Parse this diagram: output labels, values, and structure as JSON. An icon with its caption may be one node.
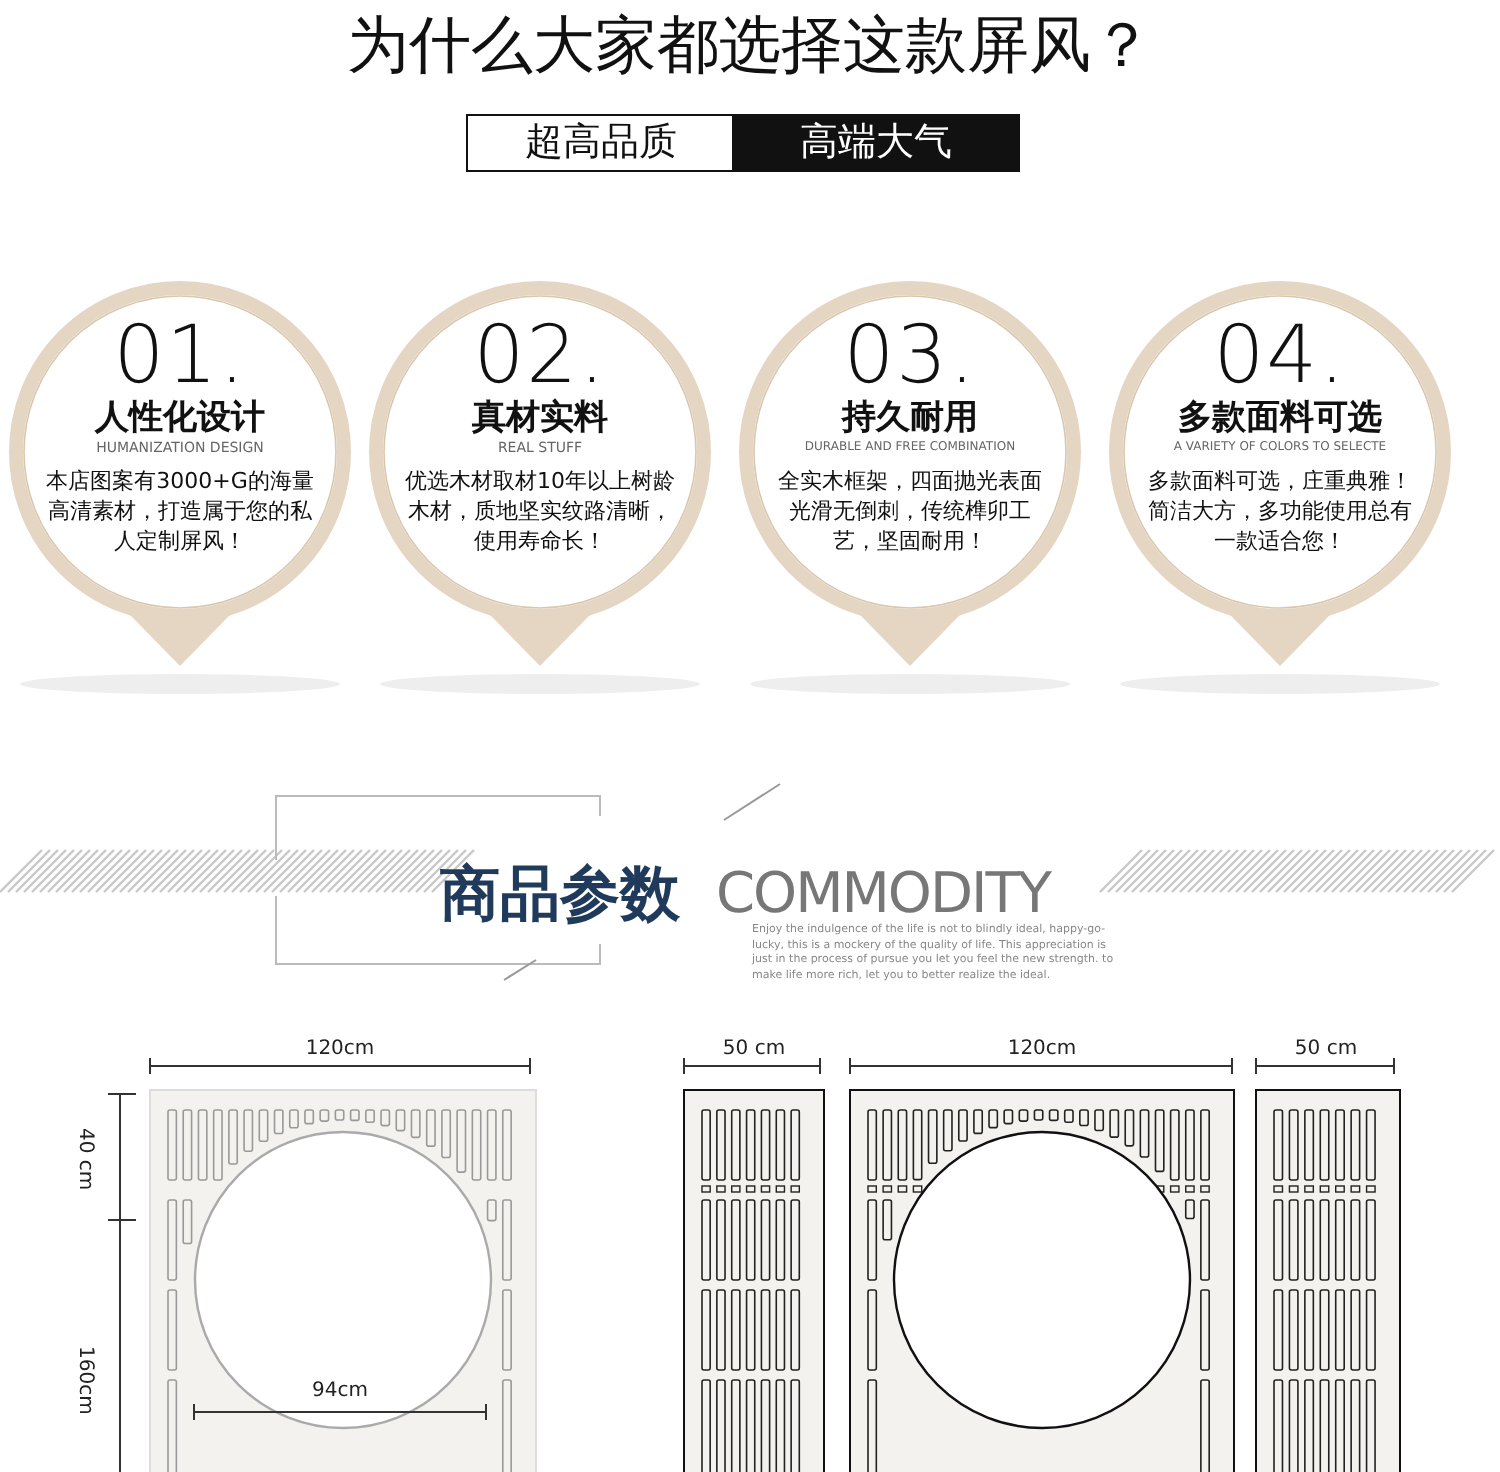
{
  "diagram": {
    "title": "为什么大家都选择这款屏风？",
    "nodes": [
      {
        "text": [
          "超高品质"
        ]
      },
      {
        "text": [
          "高端大气"
        ]
      },
      {
        "text": [
          "01.",
          "人性化设计",
          "HUMANIZATION DESIGN",
          "本店图案有3000+G的海量高清素材，打造属于您的私人定制屏风！"
        ]
      },
      {
        "text": [
          "02.",
          "真材实料",
          "REAL STUFF",
          "优选木材取材10年以上树龄木材，质地坚实纹路清晰，使用寿命长！"
        ]
      },
      {
        "text": [
          "03.",
          "持久耐用",
          "DURABLE AND FREE COMBINATION",
          "全实木框架，四面抛光表面光滑无倒刺，传统榫卯工艺，坚固耐用！"
        ]
      },
      {
        "text": [
          "04.",
          "多款面料可选",
          "A VARIETY OF COLORS TO SELECTE",
          "多款面料可选，庄重典雅！简洁大方，多功能使用总有一款适合您！"
        ]
      }
    ],
    "edges": [],
    "labels": [
      "商品参数",
      "COMMODITY",
      "Enjoy the indulgence of the life is not to blindly ideal, happy-go-lucky, this is a mockery of the quality of life. This appreciation is just in the process of pursue you let you feel the new strength. to make life more rich, let you to better realize the ideal.",
      "120cm",
      "40 cm",
      "160cm",
      "94cm",
      "50 cm",
      "120cm",
      "50 cm"
    ]
  }
}
